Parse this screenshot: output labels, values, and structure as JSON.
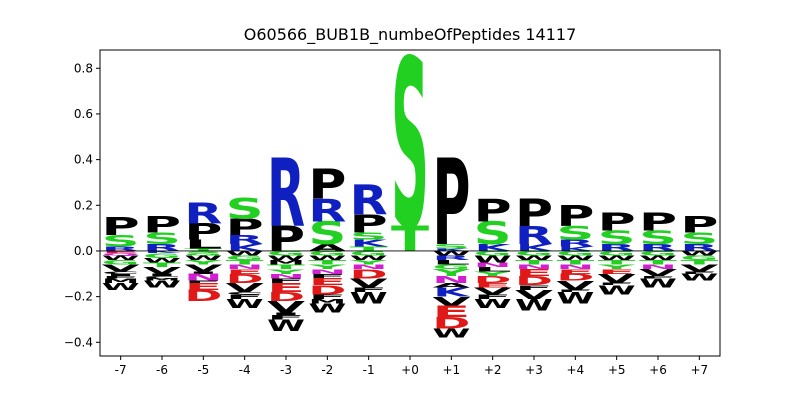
{
  "chart_data": {
    "type": "sequence-logo",
    "title": "O60566_BUB1B_numbeOfPeptides 14117",
    "xlabel": "",
    "ylabel": "",
    "ylim": [
      -0.46,
      0.88
    ],
    "xlim": [
      -7.5,
      7.5
    ],
    "yticks": [
      -0.4,
      -0.2,
      0.0,
      0.2,
      0.4,
      0.6,
      0.8
    ],
    "ytick_labels": [
      "−0.4",
      "−0.2",
      "0.0",
      "0.2",
      "0.4",
      "0.6",
      "0.8"
    ],
    "positions": [
      "-7",
      "-6",
      "-5",
      "-4",
      "-3",
      "-2",
      "-1",
      "+0",
      "+1",
      "+2",
      "+3",
      "+4",
      "+5",
      "+6",
      "+7"
    ],
    "colors": {
      "P": "#000000",
      "V": "#000000",
      "L": "#000000",
      "I": "#000000",
      "M": "#000000",
      "F": "#000000",
      "W": "#000000",
      "A": "#000000",
      "C": "#000000",
      "S": "#22d022",
      "T": "#22d022",
      "G": "#22d022",
      "Y": "#22d022",
      "R": "#1020c0",
      "K": "#1020c0",
      "H": "#1020c0",
      "D": "#e01818",
      "E": "#e01818",
      "N": "#d020d0",
      "Q": "#d020d0"
    },
    "columns": [
      {
        "pos": "-7",
        "up": [
          {
            "aa": "R",
            "h": 0.02
          },
          {
            "aa": "S",
            "h": 0.05
          },
          {
            "aa": "P",
            "h": 0.08
          }
        ],
        "down": [
          {
            "aa": "E",
            "h": 0.01
          },
          {
            "aa": "Q",
            "h": 0.01
          },
          {
            "aa": "W",
            "h": 0.02
          },
          {
            "aa": "G",
            "h": 0.02
          },
          {
            "aa": "V",
            "h": 0.03
          },
          {
            "aa": "C",
            "h": 0.01
          },
          {
            "aa": "I",
            "h": 0.01
          },
          {
            "aa": "F",
            "h": 0.01
          },
          {
            "aa": "M",
            "h": 0.02
          },
          {
            "aa": "W",
            "h": 0.03
          }
        ]
      },
      {
        "pos": "-6",
        "up": [
          {
            "aa": "R",
            "h": 0.03
          },
          {
            "aa": "S",
            "h": 0.05
          },
          {
            "aa": "P",
            "h": 0.07
          }
        ],
        "down": [
          {
            "aa": "K",
            "h": 0.01
          },
          {
            "aa": "G",
            "h": 0.02
          },
          {
            "aa": "W",
            "h": 0.02
          },
          {
            "aa": "T",
            "h": 0.02
          },
          {
            "aa": "V",
            "h": 0.03
          },
          {
            "aa": "I",
            "h": 0.01
          },
          {
            "aa": "C",
            "h": 0.01
          },
          {
            "aa": "M",
            "h": 0.01
          },
          {
            "aa": "W",
            "h": 0.03
          }
        ]
      },
      {
        "pos": "-5",
        "up": [
          {
            "aa": "T",
            "h": 0.01
          },
          {
            "aa": "L",
            "h": 0.04
          },
          {
            "aa": "P",
            "h": 0.07
          },
          {
            "aa": "R",
            "h": 0.09
          }
        ],
        "down": [
          {
            "aa": "S",
            "h": 0.01
          },
          {
            "aa": "G",
            "h": 0.01
          },
          {
            "aa": "W",
            "h": 0.02
          },
          {
            "aa": "Y",
            "h": 0.02
          },
          {
            "aa": "V",
            "h": 0.03
          },
          {
            "aa": "I",
            "h": 0.01
          },
          {
            "aa": "N",
            "h": 0.03
          },
          {
            "aa": "F",
            "h": 0.01
          },
          {
            "aa": "E",
            "h": 0.03
          },
          {
            "aa": "D",
            "h": 0.05
          }
        ]
      },
      {
        "pos": "-4",
        "up": [
          {
            "aa": "K",
            "h": 0.03
          },
          {
            "aa": "R",
            "h": 0.04
          },
          {
            "aa": "P",
            "h": 0.07
          },
          {
            "aa": "S",
            "h": 0.09
          }
        ],
        "down": [
          {
            "aa": "W",
            "h": 0.02
          },
          {
            "aa": "G",
            "h": 0.02
          },
          {
            "aa": "T",
            "h": 0.02
          },
          {
            "aa": "N",
            "h": 0.02
          },
          {
            "aa": "E",
            "h": 0.02
          },
          {
            "aa": "D",
            "h": 0.04
          },
          {
            "aa": "V",
            "h": 0.04
          },
          {
            "aa": "C",
            "h": 0.01
          },
          {
            "aa": "F",
            "h": 0.02
          },
          {
            "aa": "W",
            "h": 0.04
          }
        ]
      },
      {
        "pos": "-3",
        "up": [
          {
            "aa": "P",
            "h": 0.11
          },
          {
            "aa": "R",
            "h": 0.3
          }
        ],
        "down": [
          {
            "aa": "G",
            "h": 0.02
          },
          {
            "aa": "W",
            "h": 0.02
          },
          {
            "aa": "M",
            "h": 0.02
          },
          {
            "aa": "T",
            "h": 0.02
          },
          {
            "aa": "Y",
            "h": 0.02
          },
          {
            "aa": "N",
            "h": 0.02
          },
          {
            "aa": "F",
            "h": 0.02
          },
          {
            "aa": "E",
            "h": 0.04
          },
          {
            "aa": "D",
            "h": 0.04
          },
          {
            "aa": "V",
            "h": 0.05
          },
          {
            "aa": "I",
            "h": 0.01
          },
          {
            "aa": "F",
            "h": 0.02
          },
          {
            "aa": "W",
            "h": 0.05
          }
        ]
      },
      {
        "pos": "-2",
        "up": [
          {
            "aa": "A",
            "h": 0.03
          },
          {
            "aa": "S",
            "h": 0.1
          },
          {
            "aa": "R",
            "h": 0.1
          },
          {
            "aa": "P",
            "h": 0.13
          }
        ],
        "down": [
          {
            "aa": "G",
            "h": 0.02
          },
          {
            "aa": "W",
            "h": 0.02
          },
          {
            "aa": "T",
            "h": 0.02
          },
          {
            "aa": "Y",
            "h": 0.02
          },
          {
            "aa": "N",
            "h": 0.02
          },
          {
            "aa": "F",
            "h": 0.02
          },
          {
            "aa": "E",
            "h": 0.03
          },
          {
            "aa": "D",
            "h": 0.04
          },
          {
            "aa": "F",
            "h": 0.02
          },
          {
            "aa": "M",
            "h": 0.02
          },
          {
            "aa": "W",
            "h": 0.04
          }
        ]
      },
      {
        "pos": "-1",
        "up": [
          {
            "aa": "T",
            "h": 0.02
          },
          {
            "aa": "K",
            "h": 0.03
          },
          {
            "aa": "S",
            "h": 0.03
          },
          {
            "aa": "P",
            "h": 0.08
          },
          {
            "aa": "R",
            "h": 0.13
          }
        ],
        "down": [
          {
            "aa": "G",
            "h": 0.02
          },
          {
            "aa": "W",
            "h": 0.02
          },
          {
            "aa": "Y",
            "h": 0.02
          },
          {
            "aa": "N",
            "h": 0.02
          },
          {
            "aa": "D",
            "h": 0.04
          },
          {
            "aa": "V",
            "h": 0.04
          },
          {
            "aa": "F",
            "h": 0.02
          },
          {
            "aa": "W",
            "h": 0.05
          }
        ]
      },
      {
        "pos": "+0",
        "up": [
          {
            "aa": "T",
            "h": 0.11
          },
          {
            "aa": "S",
            "h": 0.74
          }
        ],
        "down": []
      },
      {
        "pos": "+1",
        "up": [
          {
            "aa": "K",
            "h": 0.01
          },
          {
            "aa": "S",
            "h": 0.02
          },
          {
            "aa": "P",
            "h": 0.38
          }
        ],
        "down": [
          {
            "aa": "W",
            "h": 0.02
          },
          {
            "aa": "R",
            "h": 0.02
          },
          {
            "aa": "L",
            "h": 0.02
          },
          {
            "aa": "G",
            "h": 0.02
          },
          {
            "aa": "Y",
            "h": 0.03
          },
          {
            "aa": "N",
            "h": 0.03
          },
          {
            "aa": "A",
            "h": 0.02
          },
          {
            "aa": "K",
            "h": 0.04
          },
          {
            "aa": "V",
            "h": 0.04
          },
          {
            "aa": "E",
            "h": 0.05
          },
          {
            "aa": "D",
            "h": 0.05
          },
          {
            "aa": "W",
            "h": 0.04
          }
        ]
      },
      {
        "pos": "+2",
        "up": [
          {
            "aa": "K",
            "h": 0.03
          },
          {
            "aa": "S",
            "h": 0.1
          },
          {
            "aa": "P",
            "h": 0.1
          }
        ],
        "down": [
          {
            "aa": "G",
            "h": 0.02
          },
          {
            "aa": "W",
            "h": 0.03
          },
          {
            "aa": "N",
            "h": 0.02
          },
          {
            "aa": "L",
            "h": 0.02
          },
          {
            "aa": "Y",
            "h": 0.02
          },
          {
            "aa": "D",
            "h": 0.03
          },
          {
            "aa": "E",
            "h": 0.02
          },
          {
            "aa": "V",
            "h": 0.03
          },
          {
            "aa": "F",
            "h": 0.02
          },
          {
            "aa": "W",
            "h": 0.04
          }
        ]
      },
      {
        "pos": "+3",
        "up": [
          {
            "aa": "K",
            "h": 0.03
          },
          {
            "aa": "R",
            "h": 0.08
          },
          {
            "aa": "P",
            "h": 0.12
          }
        ],
        "down": [
          {
            "aa": "G",
            "h": 0.02
          },
          {
            "aa": "W",
            "h": 0.02
          },
          {
            "aa": "T",
            "h": 0.02
          },
          {
            "aa": "N",
            "h": 0.02
          },
          {
            "aa": "E",
            "h": 0.03
          },
          {
            "aa": "D",
            "h": 0.04
          },
          {
            "aa": "F",
            "h": 0.02
          },
          {
            "aa": "V",
            "h": 0.04
          },
          {
            "aa": "W",
            "h": 0.05
          }
        ]
      },
      {
        "pos": "+4",
        "up": [
          {
            "aa": "K",
            "h": 0.02
          },
          {
            "aa": "R",
            "h": 0.03
          },
          {
            "aa": "S",
            "h": 0.06
          },
          {
            "aa": "P",
            "h": 0.09
          }
        ],
        "down": [
          {
            "aa": "G",
            "h": 0.02
          },
          {
            "aa": "W",
            "h": 0.02
          },
          {
            "aa": "T",
            "h": 0.02
          },
          {
            "aa": "N",
            "h": 0.02
          },
          {
            "aa": "E",
            "h": 0.02
          },
          {
            "aa": "D",
            "h": 0.03
          },
          {
            "aa": "V",
            "h": 0.04
          },
          {
            "aa": "F",
            "h": 0.01
          },
          {
            "aa": "W",
            "h": 0.05
          }
        ]
      },
      {
        "pos": "+5",
        "up": [
          {
            "aa": "R",
            "h": 0.03
          },
          {
            "aa": "S",
            "h": 0.06
          },
          {
            "aa": "P",
            "h": 0.08
          }
        ],
        "down": [
          {
            "aa": "G",
            "h": 0.02
          },
          {
            "aa": "W",
            "h": 0.02
          },
          {
            "aa": "T",
            "h": 0.02
          },
          {
            "aa": "Y",
            "h": 0.02
          },
          {
            "aa": "E",
            "h": 0.02
          },
          {
            "aa": "V",
            "h": 0.04
          },
          {
            "aa": "F",
            "h": 0.01
          },
          {
            "aa": "W",
            "h": 0.04
          }
        ]
      },
      {
        "pos": "+6",
        "up": [
          {
            "aa": "R",
            "h": 0.03
          },
          {
            "aa": "S",
            "h": 0.06
          },
          {
            "aa": "P",
            "h": 0.08
          }
        ],
        "down": [
          {
            "aa": "G",
            "h": 0.02
          },
          {
            "aa": "W",
            "h": 0.02
          },
          {
            "aa": "T",
            "h": 0.02
          },
          {
            "aa": "N",
            "h": 0.02
          },
          {
            "aa": "V",
            "h": 0.03
          },
          {
            "aa": "F",
            "h": 0.01
          },
          {
            "aa": "W",
            "h": 0.04
          }
        ]
      },
      {
        "pos": "+7",
        "up": [
          {
            "aa": "R",
            "h": 0.03
          },
          {
            "aa": "S",
            "h": 0.05
          },
          {
            "aa": "P",
            "h": 0.07
          }
        ],
        "down": [
          {
            "aa": "W",
            "h": 0.02
          },
          {
            "aa": "G",
            "h": 0.02
          },
          {
            "aa": "T",
            "h": 0.02
          },
          {
            "aa": "V",
            "h": 0.03
          },
          {
            "aa": "F",
            "h": 0.01
          },
          {
            "aa": "W",
            "h": 0.03
          }
        ]
      }
    ]
  }
}
